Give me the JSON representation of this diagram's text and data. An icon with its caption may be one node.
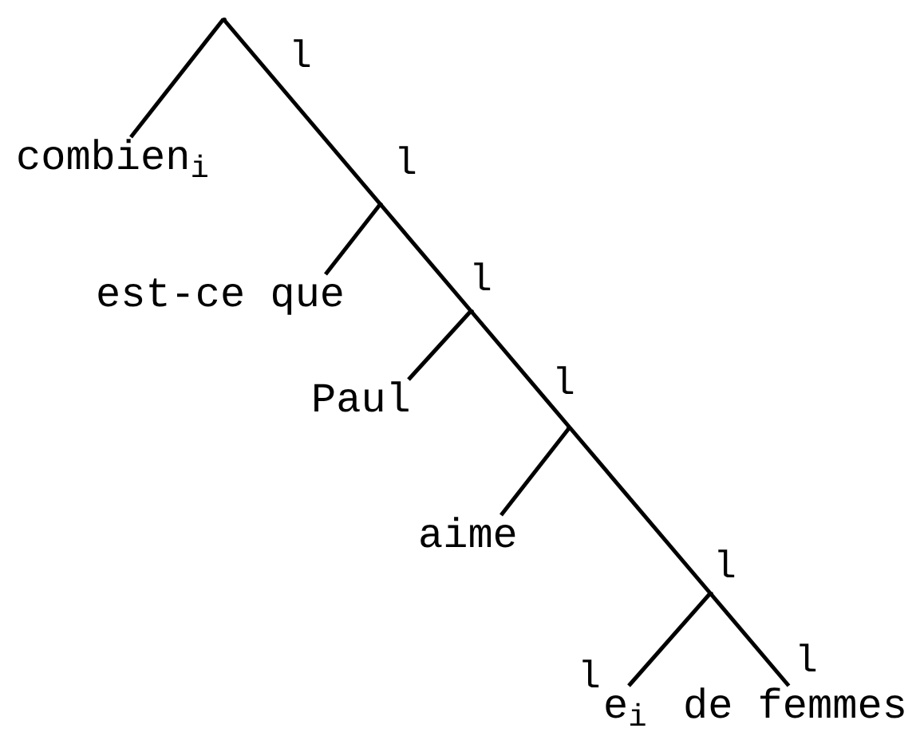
{
  "diagram": {
    "nodes": [
      {
        "text": [],
        "shape": "point"
      },
      {
        "text": [
          "combien$_{i}$"
        ]
      },
      {
        "text": [],
        "shape": "point"
      },
      {
        "text": [
          "est-ce que"
        ]
      },
      {
        "text": [],
        "shape": "point"
      },
      {
        "text": [
          "Paul"
        ]
      },
      {
        "text": [],
        "shape": "point"
      },
      {
        "text": [
          "aime"
        ]
      },
      {
        "text": [],
        "shape": "point"
      },
      {
        "text": [
          "e$_{i}$"
        ]
      },
      {
        "text": [
          "de femmes"
        ]
      }
    ],
    "edges": [
      {
        "from": 0,
        "to": 1,
        "arrow": "none"
      },
      {
        "from": 0,
        "to": 2,
        "arrow": "none"
      },
      {
        "from": 2,
        "to": 3,
        "arrow": "none"
      },
      {
        "from": 2,
        "to": 4,
        "arrow": "none"
      },
      {
        "from": 4,
        "to": 5,
        "arrow": "none"
      },
      {
        "from": 4,
        "to": 6,
        "arrow": "none"
      },
      {
        "from": 6,
        "to": 7,
        "arrow": "none"
      },
      {
        "from": 6,
        "to": 8,
        "arrow": "none"
      },
      {
        "from": 8,
        "to": 9,
        "arrow": "none"
      },
      {
        "from": 8,
        "to": 10,
        "arrow": "none"
      }
    ],
    "labels": [
      "l",
      "l",
      "l",
      "l",
      "l",
      "l",
      "l"
    ]
  }
}
